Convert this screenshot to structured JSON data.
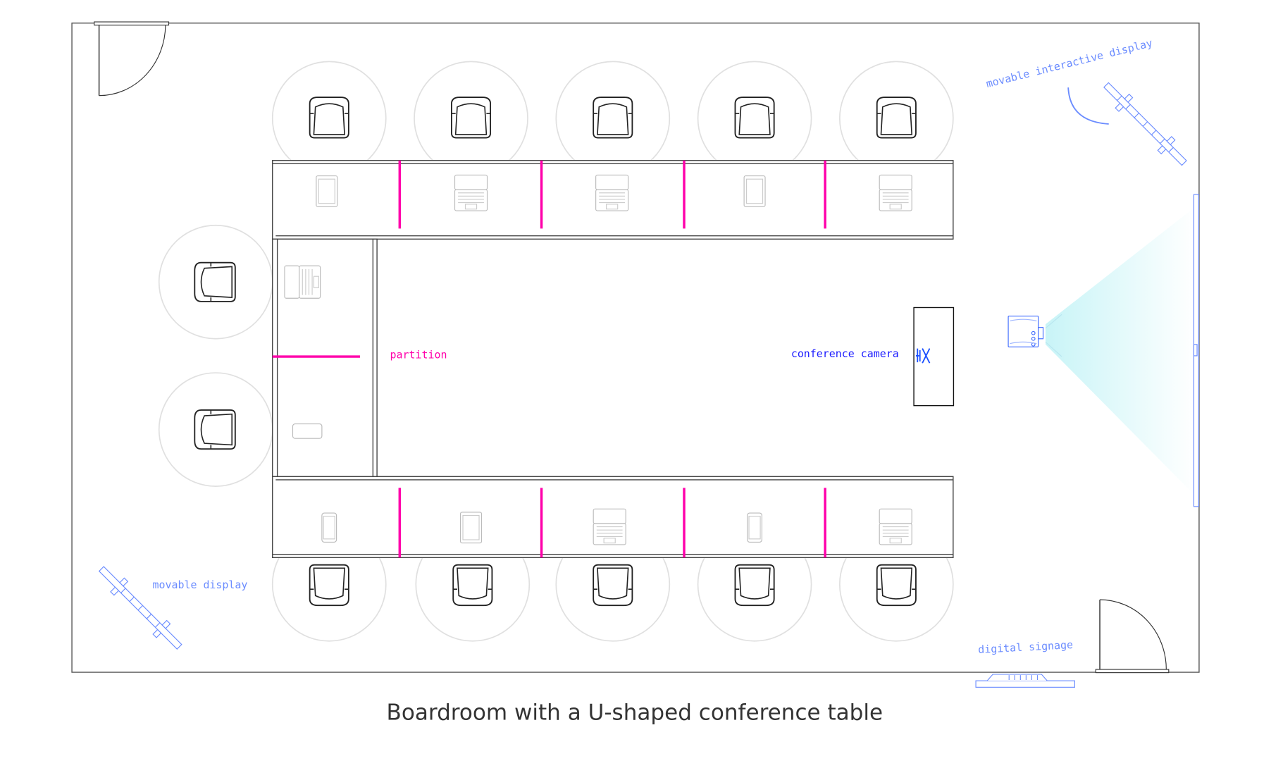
{
  "caption": "Boardroom with a U-shaped conference table",
  "labels": {
    "partition": "partition",
    "conference_camera": "conference camera",
    "movable_interactive_display": "movable interactive display",
    "movable_display": "movable display",
    "digital_signage": "digital signage"
  },
  "colors": {
    "partition": "#ff00aa",
    "camera": "#1a1aff",
    "equipment": "#6b8cff",
    "projection": "#d6f8fb",
    "outline": "#333333",
    "seat_circle": "#e0e0e0"
  },
  "top_row_devices": [
    "tablet",
    "laptop",
    "laptop",
    "tablet",
    "laptop"
  ],
  "bottom_row_devices": [
    "phone",
    "tablet",
    "laptop",
    "phone",
    "laptop"
  ]
}
